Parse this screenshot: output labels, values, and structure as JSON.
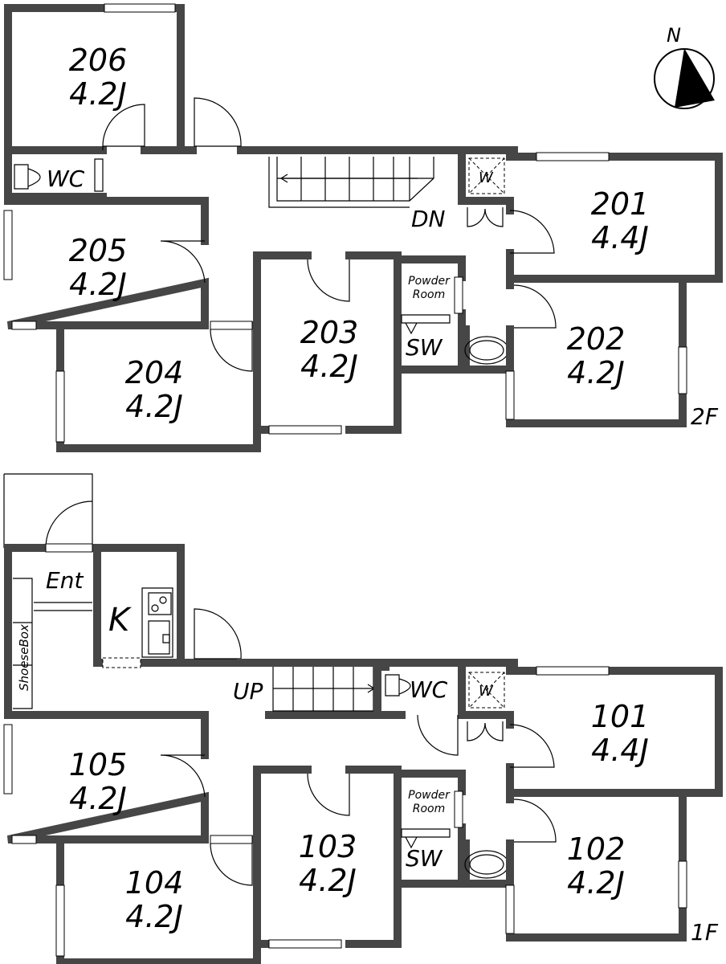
{
  "compass": {
    "label": "N"
  },
  "floor2": {
    "label": "2F",
    "rooms": [
      {
        "num": "206",
        "size": "4.2J"
      },
      {
        "num": "205",
        "size": "4.2J"
      },
      {
        "num": "204",
        "size": "4.2J"
      },
      {
        "num": "203",
        "size": "4.2J"
      },
      {
        "num": "202",
        "size": "4.2J"
      },
      {
        "num": "201",
        "size": "4.4J"
      }
    ],
    "wc": "WC",
    "stairs": "DN",
    "washer": "W",
    "powder": [
      "Powder",
      "Room"
    ],
    "shower": "SW"
  },
  "floor1": {
    "label": "1F",
    "rooms": [
      {
        "num": "105",
        "size": "4.2J"
      },
      {
        "num": "104",
        "size": "4.2J"
      },
      {
        "num": "103",
        "size": "4.2J"
      },
      {
        "num": "102",
        "size": "4.2J"
      },
      {
        "num": "101",
        "size": "4.4J"
      }
    ],
    "entrance": "Ent",
    "kitchen": "K",
    "shoebox": "ShoeseBox",
    "wc": "WC",
    "stairs": "UP",
    "washer": "W",
    "powder": [
      "Powder",
      "Room"
    ],
    "shower": "SW"
  },
  "colors": {
    "wall": "#464646"
  }
}
